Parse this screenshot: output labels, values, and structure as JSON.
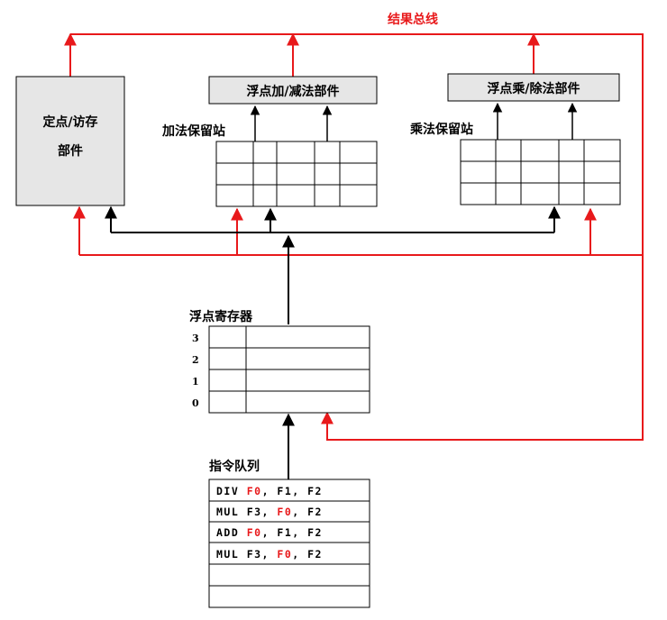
{
  "colors": {
    "bus": "#e8191b",
    "line": "#000000",
    "box_fill": "#e6e6e6",
    "highlight": "#e8191b"
  },
  "bus_label": "结果总线",
  "fixed_unit": {
    "line1": "定点/访存",
    "line2": "部件"
  },
  "fp_add_unit": "浮点加/减法部件",
  "fp_mul_unit": "浮点乘/除法部件",
  "add_station_label": "加法保留站",
  "mul_station_label": "乘法保留站",
  "fp_reg_label": "浮点寄存器",
  "fp_reg_indices": [
    "3",
    "2",
    "1",
    "0"
  ],
  "queue_label": "指令队列",
  "instructions": [
    {
      "op": "DIV",
      "parts": [
        {
          "t": " ",
          "r": false
        },
        {
          "t": "F0",
          "r": true
        },
        {
          "t": ", F1, F2",
          "r": false
        }
      ]
    },
    {
      "op": "MUL",
      "parts": [
        {
          "t": " F3, ",
          "r": false
        },
        {
          "t": "F0",
          "r": true
        },
        {
          "t": ", F2",
          "r": false
        }
      ]
    },
    {
      "op": "ADD",
      "parts": [
        {
          "t": " ",
          "r": false
        },
        {
          "t": "F0",
          "r": true
        },
        {
          "t": ", F1, F2",
          "r": false
        }
      ]
    },
    {
      "op": "MUL",
      "parts": [
        {
          "t": " F3, ",
          "r": false
        },
        {
          "t": "F0",
          "r": true
        },
        {
          "t": ", F2",
          "r": false
        }
      ]
    }
  ]
}
